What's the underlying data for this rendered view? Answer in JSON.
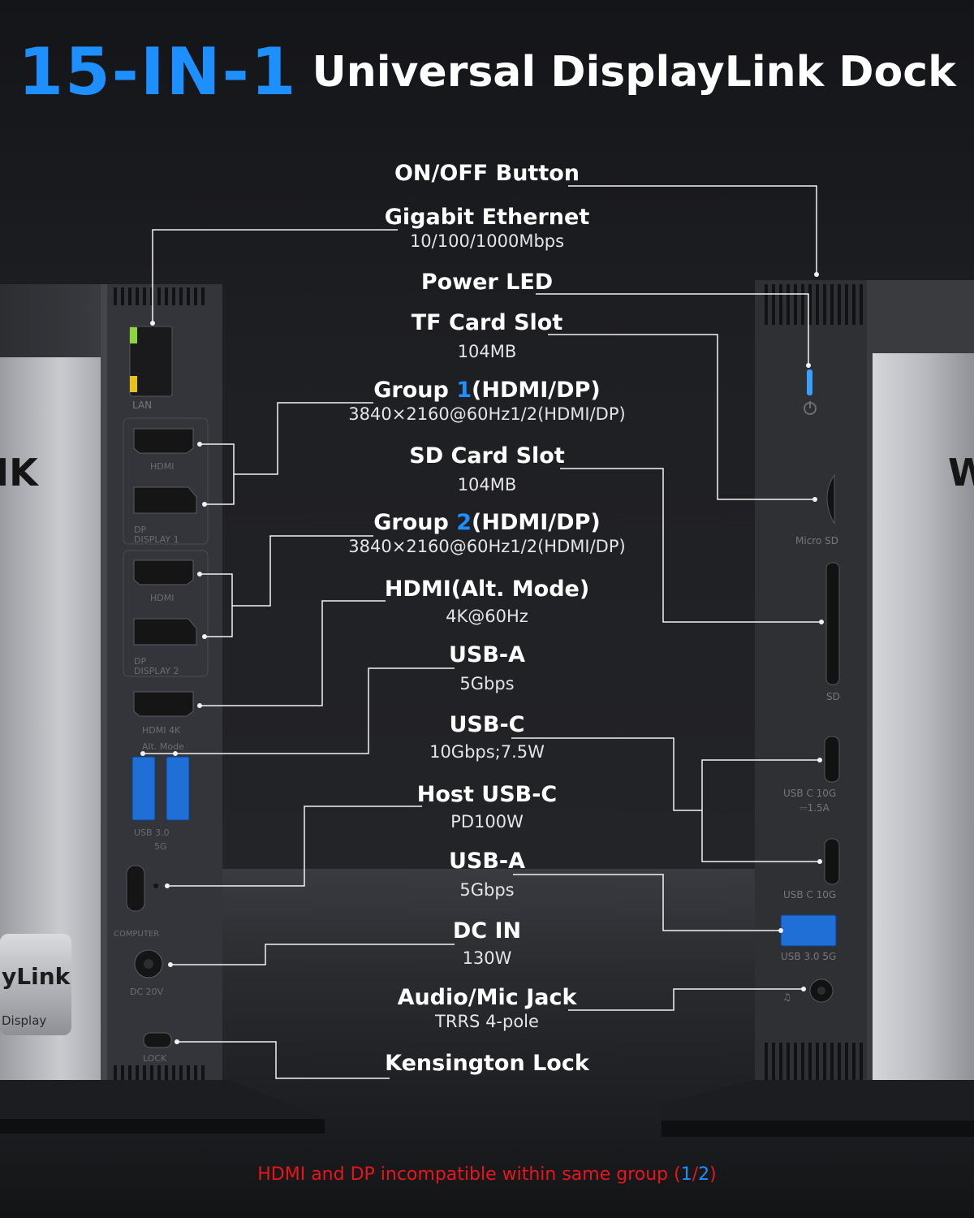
{
  "headline": {
    "number": "15-IN-1",
    "title": "Universal DisplayLink Dock"
  },
  "callouts": [
    {
      "title": "ON/OFF Button",
      "subtitle": ""
    },
    {
      "title": "Gigabit Ethernet",
      "subtitle": "10/100/1000Mbps"
    },
    {
      "title": "Power LED",
      "subtitle": ""
    },
    {
      "title": "TF Card Slot",
      "subtitle": "104MB"
    },
    {
      "title_prefix": "Group ",
      "title_num": "1",
      "title_suffix": "(HDMI/DP)",
      "subtitle": "3840×2160@60Hz1/2(HDMI/DP)"
    },
    {
      "title": "SD Card Slot",
      "subtitle": "104MB"
    },
    {
      "title_prefix": "Group ",
      "title_num": "2",
      "title_suffix": "(HDMI/DP)",
      "subtitle": "3840×2160@60Hz1/2(HDMI/DP)"
    },
    {
      "title": "HDMI(Alt. Mode)",
      "subtitle": "4K@60Hz"
    },
    {
      "title": "USB-A",
      "subtitle": "5Gbps"
    },
    {
      "title": "USB-C",
      "subtitle": "10Gbps;7.5W"
    },
    {
      "title": "Host USB-C",
      "subtitle": "PD100W"
    },
    {
      "title": "USB-A",
      "subtitle": "5Gbps"
    },
    {
      "title": "DC IN",
      "subtitle": "130W"
    },
    {
      "title": "Audio/Mic Jack",
      "subtitle": "TRRS 4-pole"
    },
    {
      "title": "Kensington Lock",
      "subtitle": ""
    }
  ],
  "left_device": {
    "side_text": "IK",
    "badge_text": "yLink",
    "badge_sub": "Display",
    "port_labels": {
      "lan": "LAN",
      "hdmi1": "HDMI",
      "dp1": "DP\nDISPLAY 1",
      "hdmi2": "HDMI",
      "dp2": "DP\nDISPLAY 2",
      "hdmi4k": "HDMI 4K\nAlt. Mode",
      "usb": "USB 3.0\n5G",
      "computer": "COMPUTER",
      "dc": "DC 20V",
      "lock": "LOCK"
    }
  },
  "right_device": {
    "side_text": "W",
    "port_labels": {
      "microsd": "Micro SD",
      "sd": "SD",
      "usbc1": "USB C 10G\n⎓1.5A",
      "usbc2": "USB C 10G",
      "usba": "USB 3.0 5G"
    }
  },
  "footer": {
    "prefix": "HDMI and DP incompatible within same group (",
    "n1": "1",
    "sep": "/",
    "n2": "2",
    "suffix": ")"
  },
  "colors": {
    "accent": "#1e8fff",
    "warning": "#e8161c",
    "led": "#3aa0ff",
    "lan_green": "#8ed43a",
    "lan_yellow": "#e8c21a",
    "usb_blue": "#1f6fd6"
  }
}
